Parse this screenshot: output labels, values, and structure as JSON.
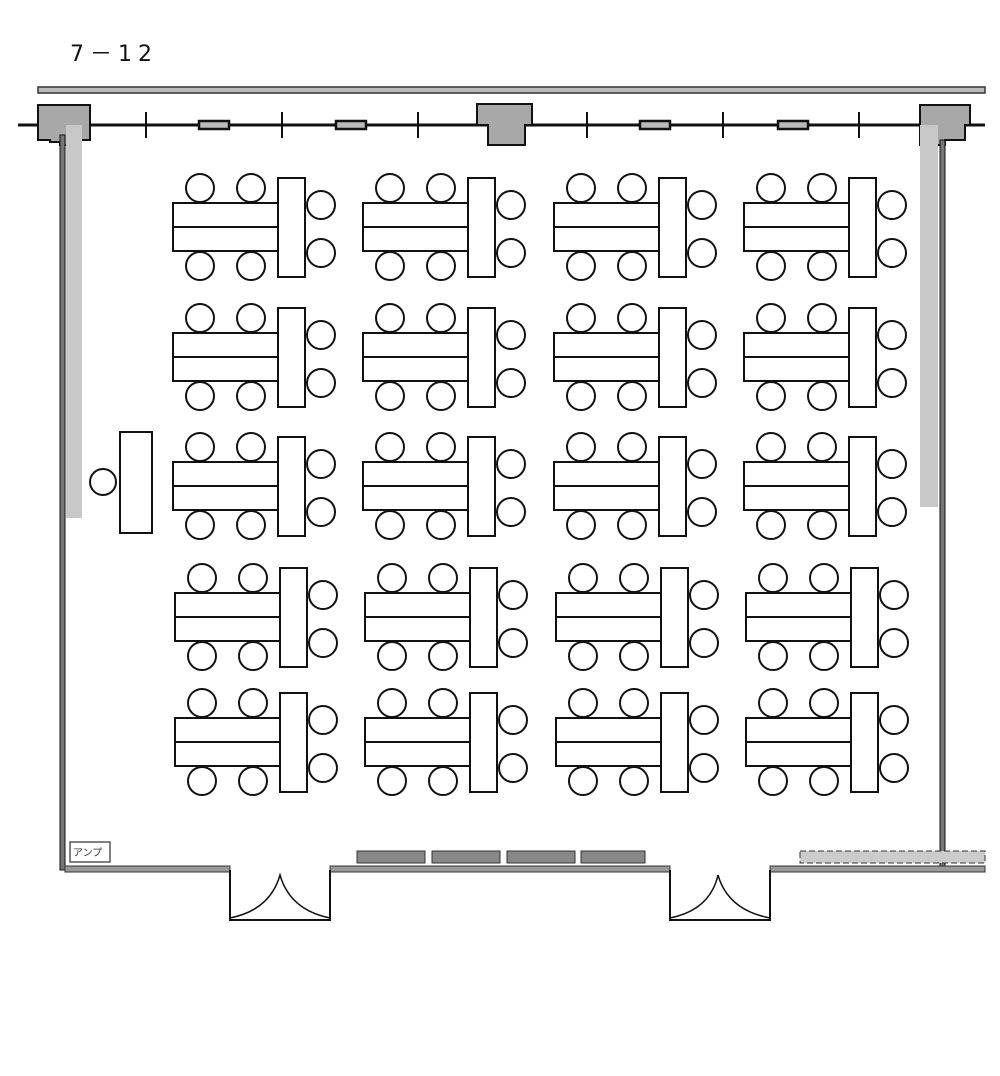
{
  "title": "7－12",
  "amp_label": "アンプ",
  "layout": {
    "table_group_rows": 5,
    "table_group_cols": 4,
    "chairs_per_group": 6,
    "presenter_podium": 1
  },
  "colors": {
    "line": "#111111",
    "wall_fill": "#c8c8c8",
    "pillar": "#a8a8a8"
  }
}
